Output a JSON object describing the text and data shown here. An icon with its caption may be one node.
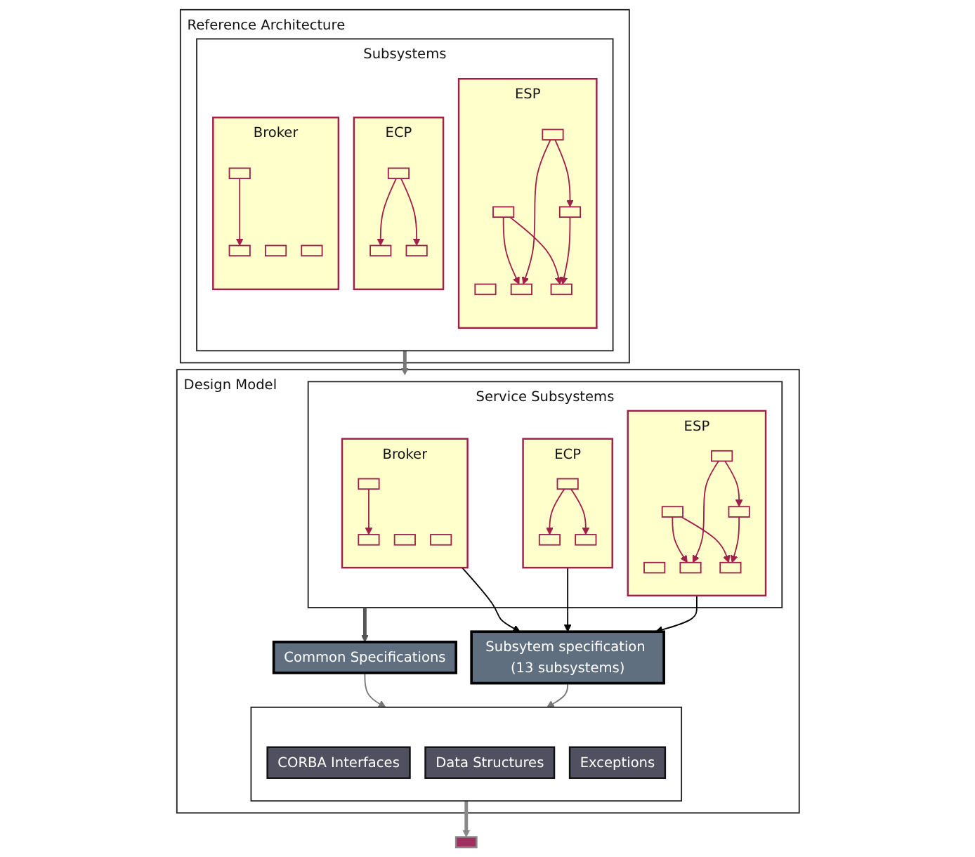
{
  "diagram": {
    "nodes": [
      {
        "text": [
          "Reference Architecture"
        ]
      },
      {
        "text": [
          "Subsystems"
        ],
        "in": 0
      },
      {
        "text": [
          "ESP"
        ],
        "in": 1
      },
      {
        "text": [],
        "shape": "box",
        "in": 2
      },
      {
        "text": [],
        "shape": "box",
        "in": 2
      },
      {
        "text": [],
        "shape": "box",
        "in": 2
      },
      {
        "text": [],
        "shape": "box",
        "in": 2
      },
      {
        "text": [],
        "shape": "box",
        "in": 2
      },
      {
        "text": [],
        "shape": "box",
        "in": 2
      },
      {
        "text": [
          "ECP"
        ],
        "in": 1
      },
      {
        "text": [],
        "shape": "box",
        "in": 9
      },
      {
        "text": [],
        "shape": "box",
        "in": 9
      },
      {
        "text": [],
        "shape": "box",
        "in": 9
      },
      {
        "text": [
          "Broker"
        ],
        "in": 1
      },
      {
        "text": [],
        "shape": "box",
        "in": 13
      },
      {
        "text": [],
        "shape": "box",
        "in": 13
      },
      {
        "text": [],
        "shape": "box",
        "in": 13
      },
      {
        "text": [],
        "shape": "box",
        "in": 13
      },
      {
        "text": [
          "Design Model"
        ]
      },
      {
        "text": [
          "Service Subsystems"
        ],
        "in": 18
      },
      {
        "text": [
          "ESP"
        ],
        "in": 19
      },
      {
        "text": [],
        "shape": "box",
        "in": 20
      },
      {
        "text": [],
        "shape": "box",
        "in": 20
      },
      {
        "text": [],
        "shape": "box",
        "in": 20
      },
      {
        "text": [],
        "shape": "box",
        "in": 20
      },
      {
        "text": [],
        "shape": "box",
        "in": 20
      },
      {
        "text": [],
        "shape": "box",
        "in": 20
      },
      {
        "text": [
          "ECP"
        ],
        "in": 19
      },
      {
        "text": [],
        "shape": "box",
        "in": 27
      },
      {
        "text": [],
        "shape": "box",
        "in": 27
      },
      {
        "text": [],
        "shape": "box",
        "in": 27
      },
      {
        "text": [
          "Broker"
        ],
        "in": 19
      },
      {
        "text": [],
        "shape": "box",
        "in": 31
      },
      {
        "text": [],
        "shape": "box",
        "in": 31
      },
      {
        "text": [],
        "shape": "box",
        "in": 31
      },
      {
        "text": [],
        "shape": "box",
        "in": 31
      },
      {
        "text": [
          "Common Specifications"
        ],
        "in": 18
      },
      {
        "text": [],
        "shape": "box",
        "in": 18
      },
      {
        "text": [
          "CORBA Interfaces"
        ],
        "in": 37
      },
      {
        "text": [
          "Data Structures"
        ],
        "in": 37
      },
      {
        "text": [
          "Exceptions"
        ],
        "in": 37
      },
      {
        "text": [],
        "shape": "box"
      },
      {
        "text": [
          "Subsytem specification (13 subsystems)"
        ],
        "in": 18
      }
    ],
    "edges": [
      {
        "from": 4,
        "to": 5,
        "arrow": "to"
      },
      {
        "from": 4,
        "to": 6,
        "arrow": "to"
      },
      {
        "from": 8,
        "to": 5,
        "arrow": "to"
      },
      {
        "from": 8,
        "to": 7,
        "arrow": "to"
      },
      {
        "from": 7,
        "to": 6,
        "arrow": "to"
      },
      {
        "from": 11,
        "to": 10,
        "arrow": "to"
      },
      {
        "from": 11,
        "to": 12,
        "arrow": "to"
      },
      {
        "from": 16,
        "to": 14,
        "arrow": "to"
      },
      {
        "from": 22,
        "to": 23,
        "arrow": "to"
      },
      {
        "from": 22,
        "to": 24,
        "arrow": "to"
      },
      {
        "from": 26,
        "to": 23,
        "arrow": "to"
      },
      {
        "from": 26,
        "to": 25,
        "arrow": "to"
      },
      {
        "from": 25,
        "to": 24,
        "arrow": "to"
      },
      {
        "from": 29,
        "to": 28,
        "arrow": "to"
      },
      {
        "from": 29,
        "to": 30,
        "arrow": "to"
      },
      {
        "from": 34,
        "to": 32,
        "arrow": "to"
      },
      {
        "from": 1,
        "to": 19,
        "arrow": "to",
        "style": "thick",
        "color": "#777777"
      },
      {
        "from": 19,
        "to": 36,
        "arrow": "to",
        "style": "thick",
        "color": "#555555"
      },
      {
        "from": 36,
        "to": 37,
        "arrow": "to",
        "color": "#777777"
      },
      {
        "from": 42,
        "to": 37,
        "arrow": "to",
        "color": "#777777"
      },
      {
        "from": 37,
        "to": 41,
        "arrow": "to",
        "style": "thick",
        "color": "#888888"
      },
      {
        "from": 20,
        "to": 42,
        "arrow": "to",
        "color": "#000000"
      },
      {
        "from": 27,
        "to": 42,
        "arrow": "to",
        "color": "#000000"
      },
      {
        "from": 31,
        "to": 42,
        "arrow": "to",
        "color": "#000000"
      }
    ]
  }
}
